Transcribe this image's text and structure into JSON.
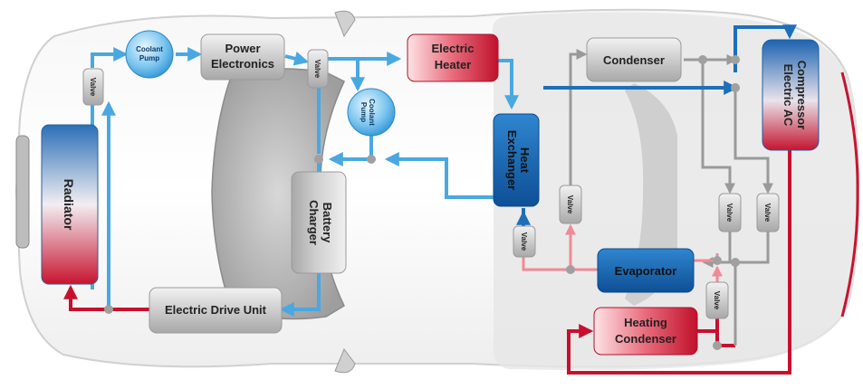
{
  "labels": {
    "coolant_pump": [
      "Coolant",
      "Pump"
    ],
    "power_electronics": [
      "Power",
      "Electronics"
    ],
    "electric_heater": [
      "Electric",
      "Heater"
    ],
    "condenser": "Condenser",
    "electric_ac_compressor": [
      "Electric AC",
      "Compressor"
    ],
    "heat_exchanger": [
      "Heat",
      "Exchanger"
    ],
    "battery_charger": [
      "Battery",
      "Charger"
    ],
    "radiator": "Radiator",
    "evaporator": "Evaporator",
    "heating_condenser": [
      "Heating",
      "Condenser"
    ],
    "electric_drive_unit": "Electric Drive Unit",
    "valve": "Valve"
  },
  "colors": {
    "coolant_line": "#4aa8e0",
    "hot_line": "#c8102e",
    "warm_line": "#f08a96",
    "refrigerant_line": "#9a9a9a",
    "ac_line": "#1e6fb8",
    "node": "#a0a0a0"
  }
}
